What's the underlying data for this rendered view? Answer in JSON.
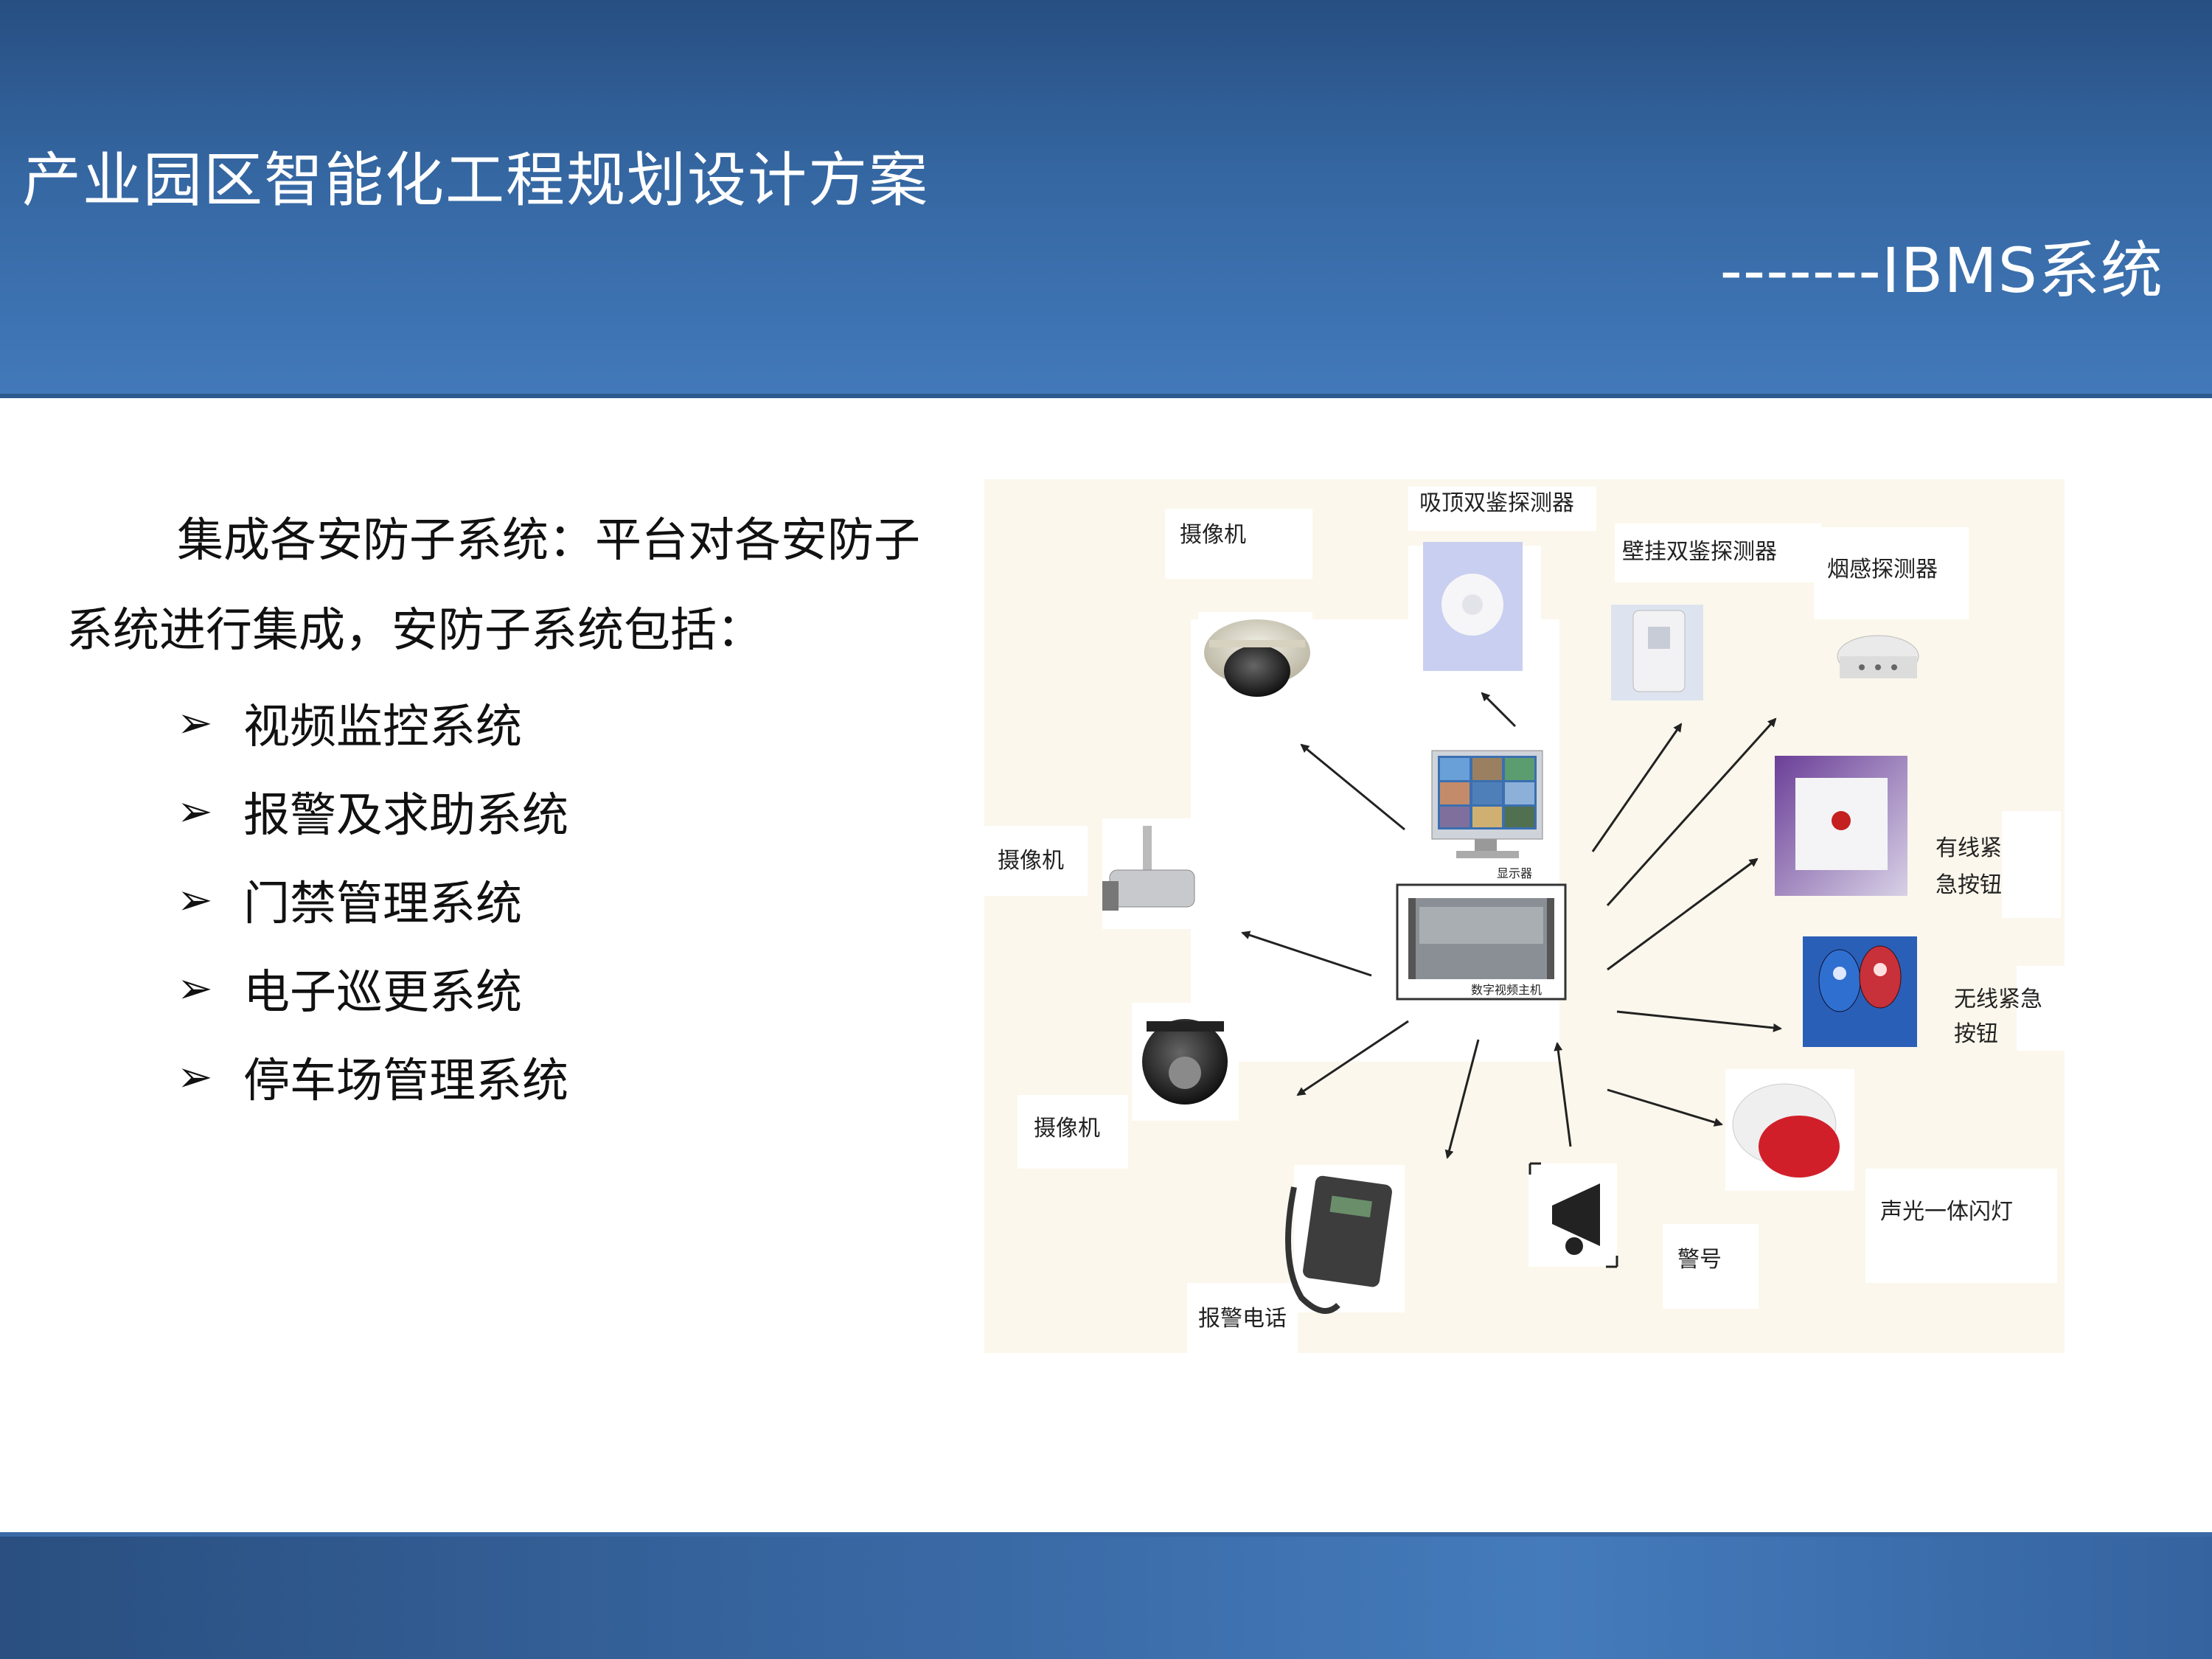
{
  "header": {
    "title": "产业园区智能化工程规划设计方案",
    "subtitle": "-------IBMS系统"
  },
  "content": {
    "intro": "集成各安防子系统：平台对各安防子系统进行集成，安防子系统包括：",
    "bullet_symbol": "➢",
    "bullets": [
      "视频监控系统",
      "报警及求助系统",
      "门禁管理系统",
      "电子巡更系统",
      "停车场管理系统"
    ]
  },
  "diagram": {
    "labels": {
      "camera_top": "摄像机",
      "ceiling_detector": "吸顶双鉴探测器",
      "wall_detector": "壁挂双鉴探测器",
      "smoke_detector": "烟感探测器",
      "camera_left": "摄像机",
      "wired_button_1": "有线紧",
      "wired_button_2": "急按钮",
      "monitor": "显示器",
      "dvr": "数字视频主机",
      "wireless_button_1": "无线紧急",
      "wireless_button_2": "按钮",
      "camera_bottom": "摄像机",
      "strobe_siren": "声光一体闪灯",
      "siren": "警号",
      "alarm_phone": "报警电话"
    }
  }
}
